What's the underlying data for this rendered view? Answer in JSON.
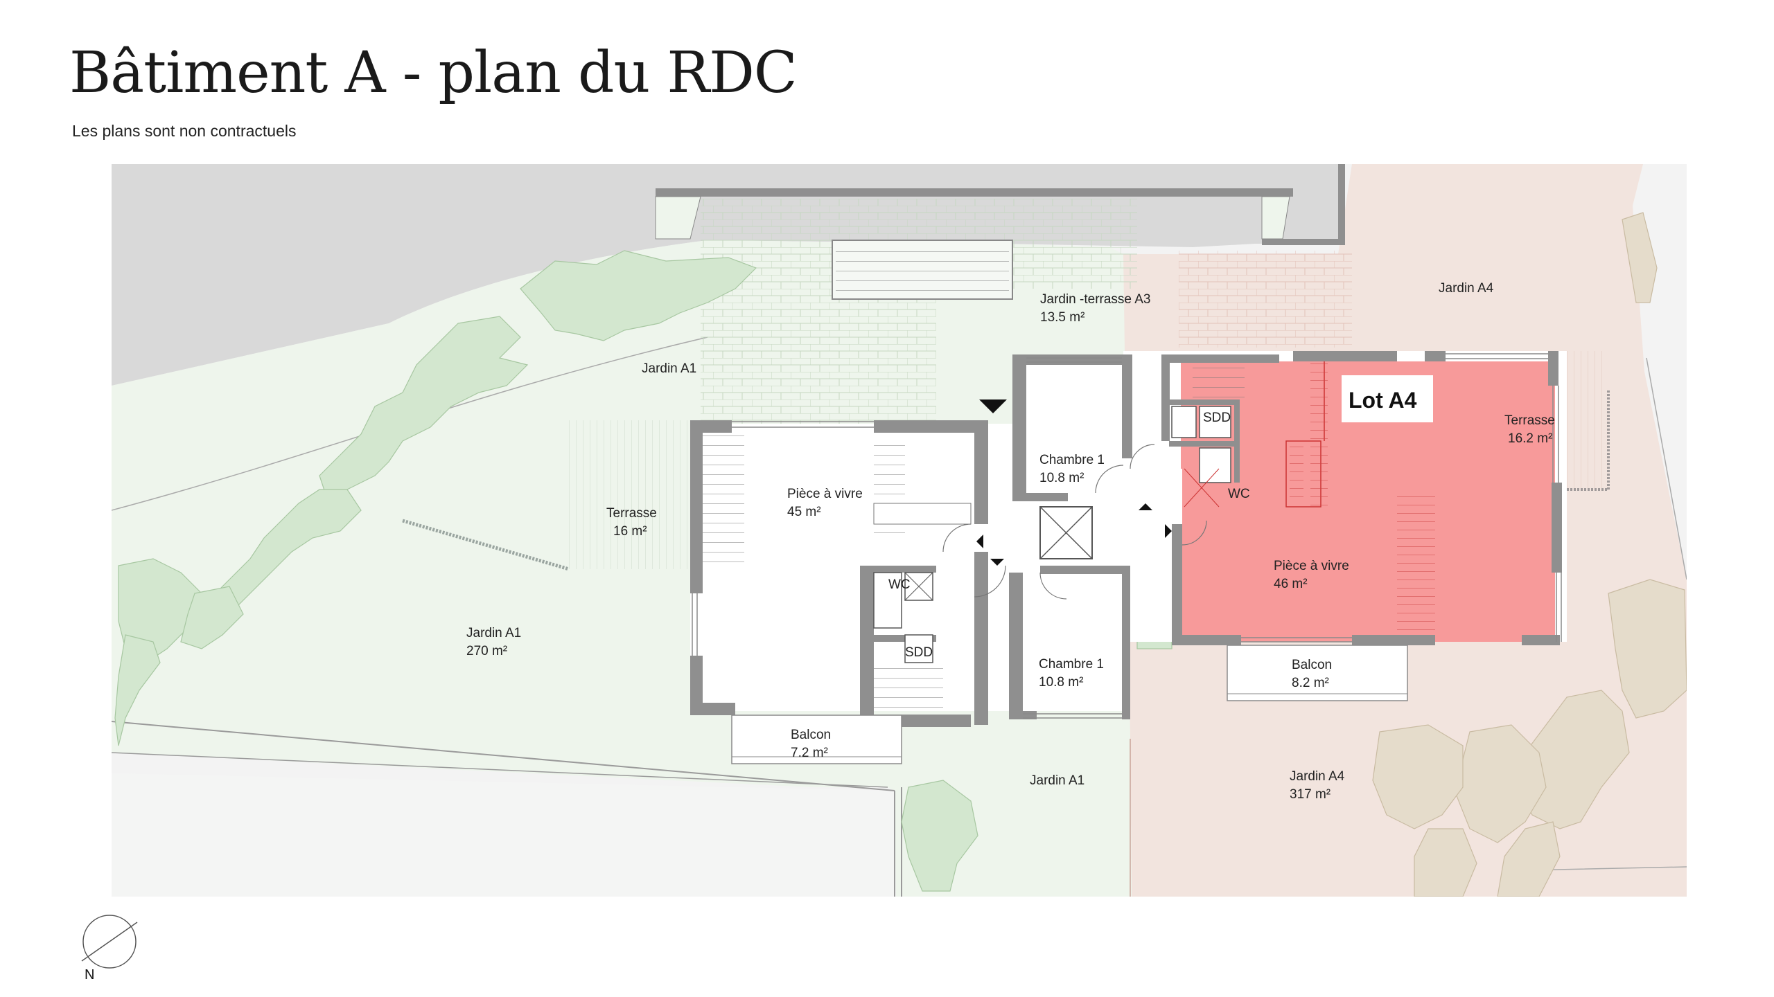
{
  "header": {
    "title": "Bâtiment A - plan du RDC",
    "subtitle": "Les plans sont non contractuels"
  },
  "colors": {
    "garden_green": "#eef5ec",
    "garden_pink": "#f2e4de",
    "lot_highlight": "#f79a9a",
    "wall": "#8f8f8f",
    "neighbor_grey": "#d6d6d6",
    "tree_green": "#d3e7cf"
  },
  "labels": {
    "jardin_a1_top": "Jardin A1",
    "jardin_terrasse_a3": "Jardin -terrasse A3",
    "jardin_terrasse_a3_area": "13.5 m²",
    "jardin_a4_top": "Jardin A4",
    "terrasse_a1": "Terrasse",
    "terrasse_a1_area": "16 m²",
    "piece_a_vivre_a1": "Pièce à vivre",
    "piece_a_vivre_a1_area": "45 m²",
    "chambre_1_top": "Chambre 1",
    "chambre_1_top_area": "10.8 m²",
    "sdd_top": "SDD",
    "wc_right": "WC",
    "lot_a4": "Lot A4",
    "terrasse_a4": "Terrasse",
    "terrasse_a4_area": "16.2 m²",
    "piece_a_vivre_a4": "Pièce à vivre",
    "piece_a_vivre_a4_area": "46 m²",
    "wc_left": "WC",
    "sdd_left": "SDD",
    "jardin_a1_big": "Jardin A1",
    "jardin_a1_big_area": "270 m²",
    "chambre_1_bottom": "Chambre 1",
    "chambre_1_bottom_area": "10.8 m²",
    "balcon_a1": "Balcon",
    "balcon_a1_area": "7.2 m²",
    "balcon_a4": "Balcon",
    "balcon_a4_area": "8.2 m²",
    "jardin_a1_bottom": "Jardin A1",
    "jardin_a4_bottom": "Jardin A4",
    "jardin_a4_bottom_area": "317 m²"
  },
  "compass": {
    "label": "N"
  }
}
